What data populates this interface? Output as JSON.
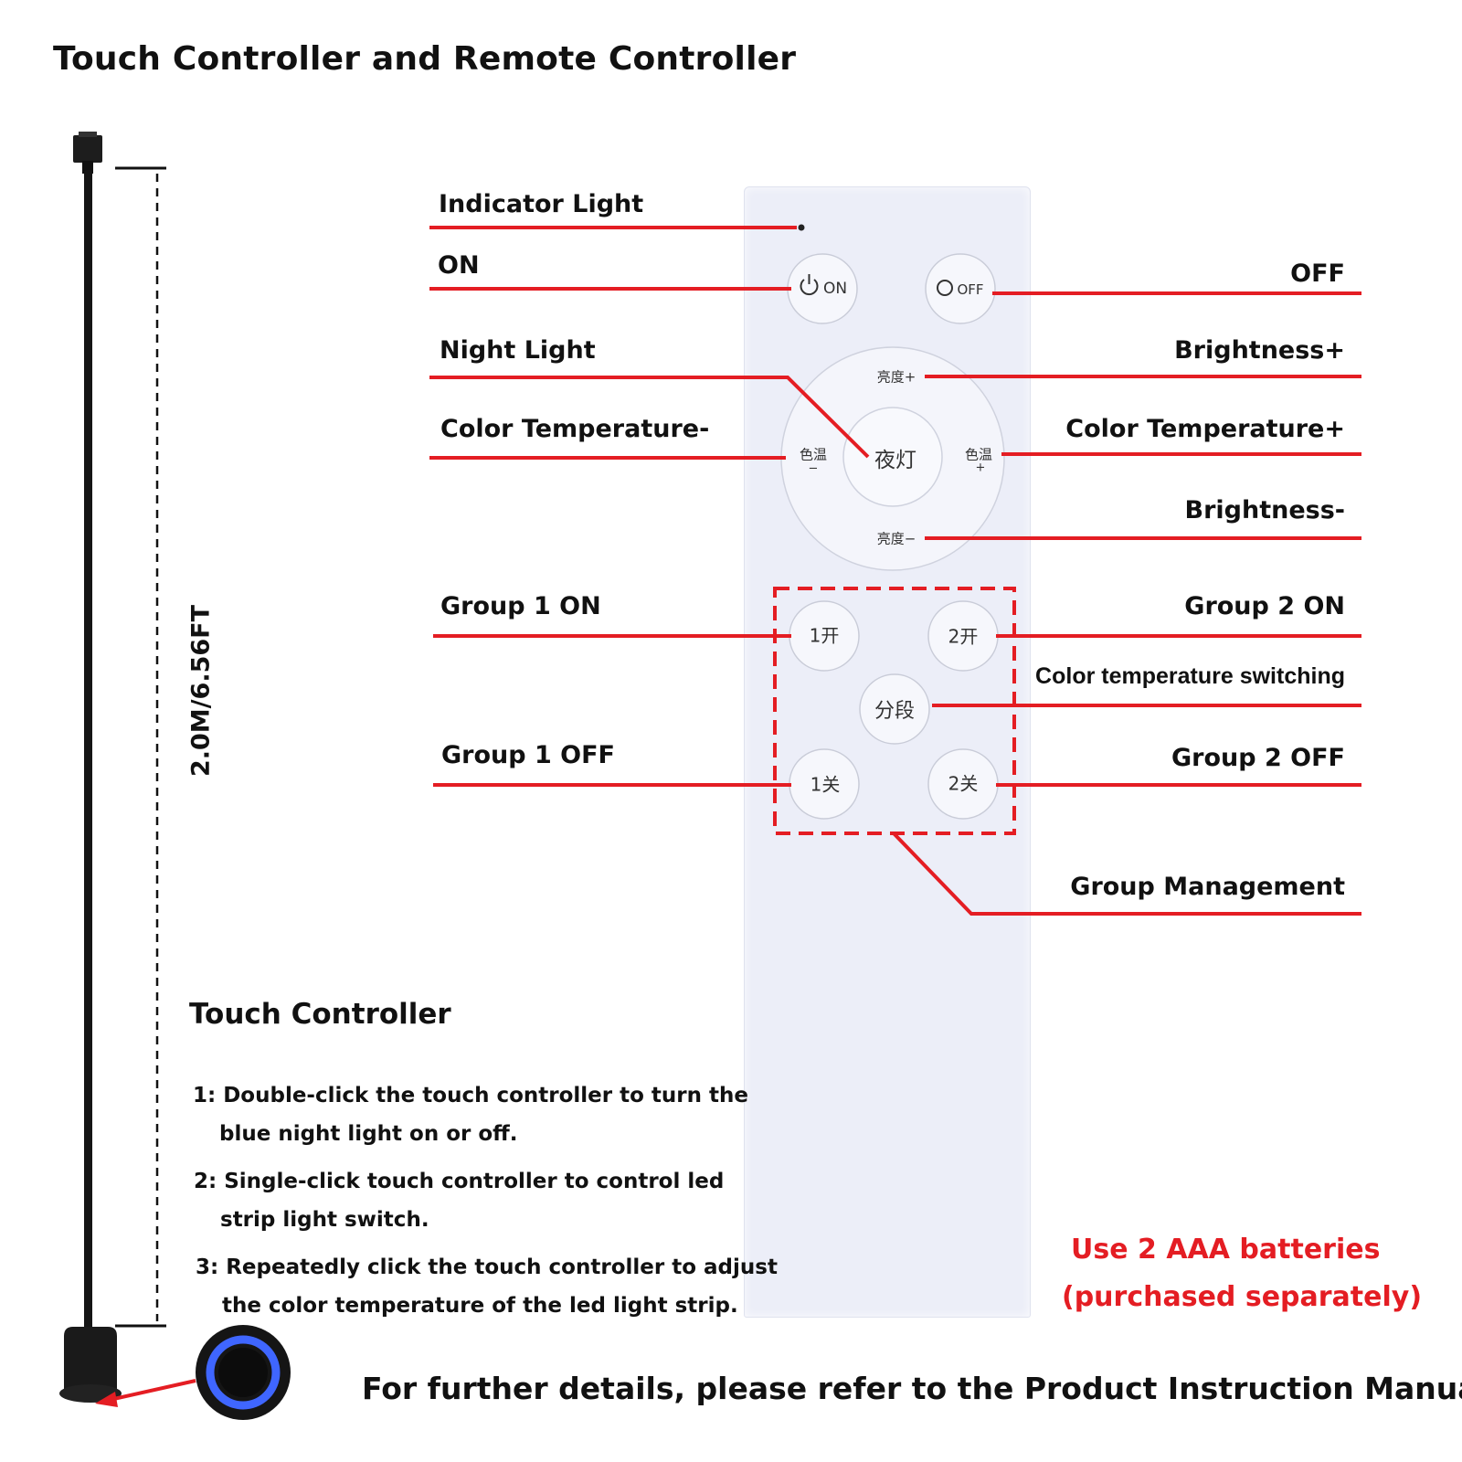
{
  "title": "Touch Controller and Remote Controller",
  "cable_length": "2.0M/6.56FT",
  "labels": {
    "indicator_light": "Indicator Light",
    "on": "ON",
    "off": "OFF",
    "night_light": "Night Light",
    "brightness_plus": "Brightness+",
    "color_temp_minus": "Color Temperature-",
    "color_temp_plus": "Color Temperature+",
    "brightness_minus": "Brightness-",
    "group1_on": "Group 1 ON",
    "group2_on": "Group 2 ON",
    "color_temp_switching": "Color temperature switching",
    "group1_off": "Group 1 OFF",
    "group2_off": "Group 2 OFF",
    "group_management": "Group Management"
  },
  "remote_buttons": {
    "on": "ON",
    "off": "OFF",
    "brightness_up": "亮度+",
    "brightness_down": "亮度−",
    "ct_minus": "色温",
    "ct_minus_sign": "−",
    "ct_plus": "色温",
    "ct_plus_sign": "+",
    "night": "夜灯",
    "g1_on": "1开",
    "g2_on": "2开",
    "segment": "分段",
    "g1_off": "1关",
    "g2_off": "2关"
  },
  "touch_controller": {
    "title": "Touch Controller",
    "line1": "1: Double-click the touch controller to turn the",
    "line1b": "blue night light on or off.",
    "line2": "2: Single-click touch controller to control led",
    "line2b": "strip light switch.",
    "line3": "3: Repeatedly click the touch controller to adjust",
    "line3b": "the color temperature of the led light strip."
  },
  "battery_line1": "Use 2 AAA batteries",
  "battery_line2": "(purchased separately)",
  "footer": "For further details, please refer to the Product Instruction Manual.",
  "colors": {
    "callout_red": "#e41d23",
    "remote_body": "#eceef8",
    "ring_blue": "#3f66ff"
  }
}
